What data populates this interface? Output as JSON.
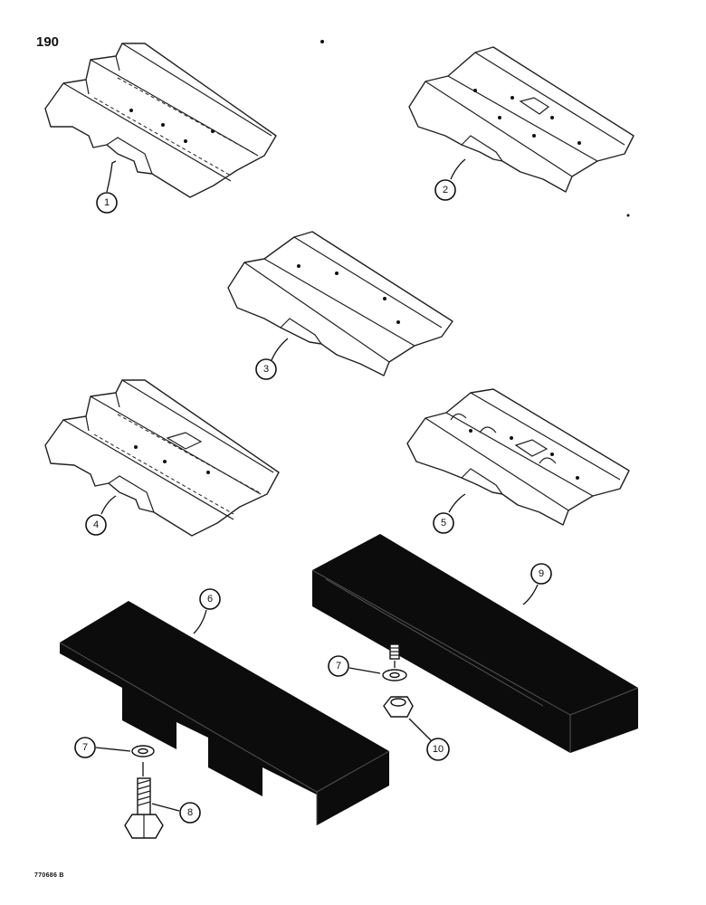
{
  "page": {
    "number": "190",
    "figure_code": "770686 B"
  },
  "callouts": [
    {
      "label": "1"
    },
    {
      "label": "2"
    },
    {
      "label": "3"
    },
    {
      "label": "4"
    },
    {
      "label": "5"
    },
    {
      "label": "6"
    },
    {
      "label": "7"
    },
    {
      "label": "7"
    },
    {
      "label": "8"
    },
    {
      "label": "9"
    },
    {
      "label": "10"
    }
  ]
}
